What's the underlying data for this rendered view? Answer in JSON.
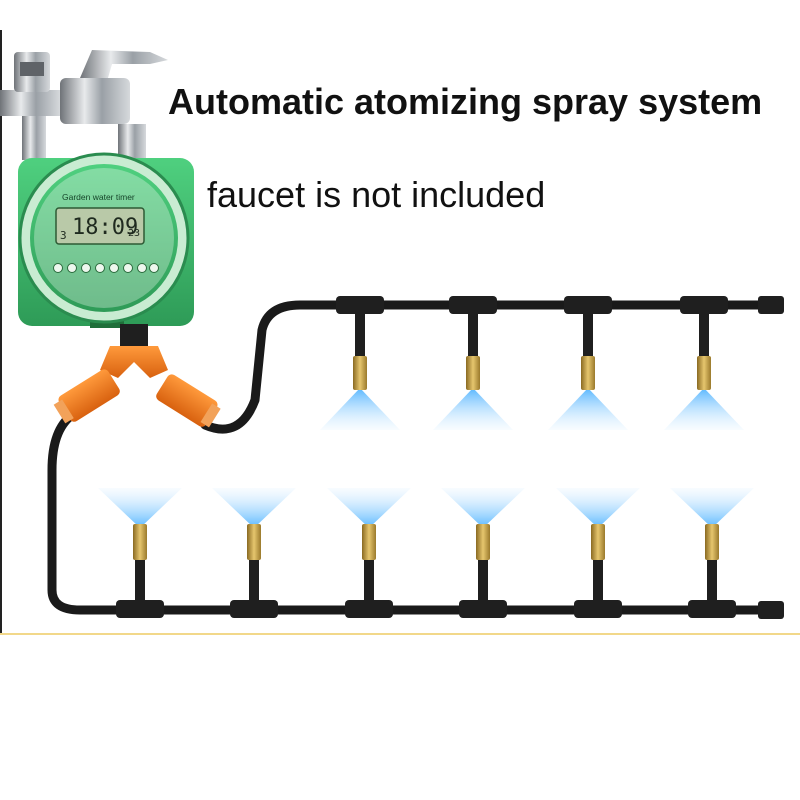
{
  "headline": {
    "line1": "Automatic atomizing spray system",
    "line2": "faucet is not included"
  },
  "timer": {
    "brand_label": "Garden water timer",
    "lcd_time": "18:09",
    "lcd_seconds": "23",
    "lcd_day": "3"
  },
  "colors": {
    "hose": "#1a1a1a",
    "timer_green": "#3cb86a",
    "timer_face": "#dff3e2",
    "connector_orange": "#f07a1e",
    "spray_blue": "#6fc3ff",
    "brass": "#c9a24a",
    "baseline": "#f2d88a"
  },
  "scene": {
    "top_row_nozzles": 4,
    "bottom_row_nozzles": 6
  }
}
